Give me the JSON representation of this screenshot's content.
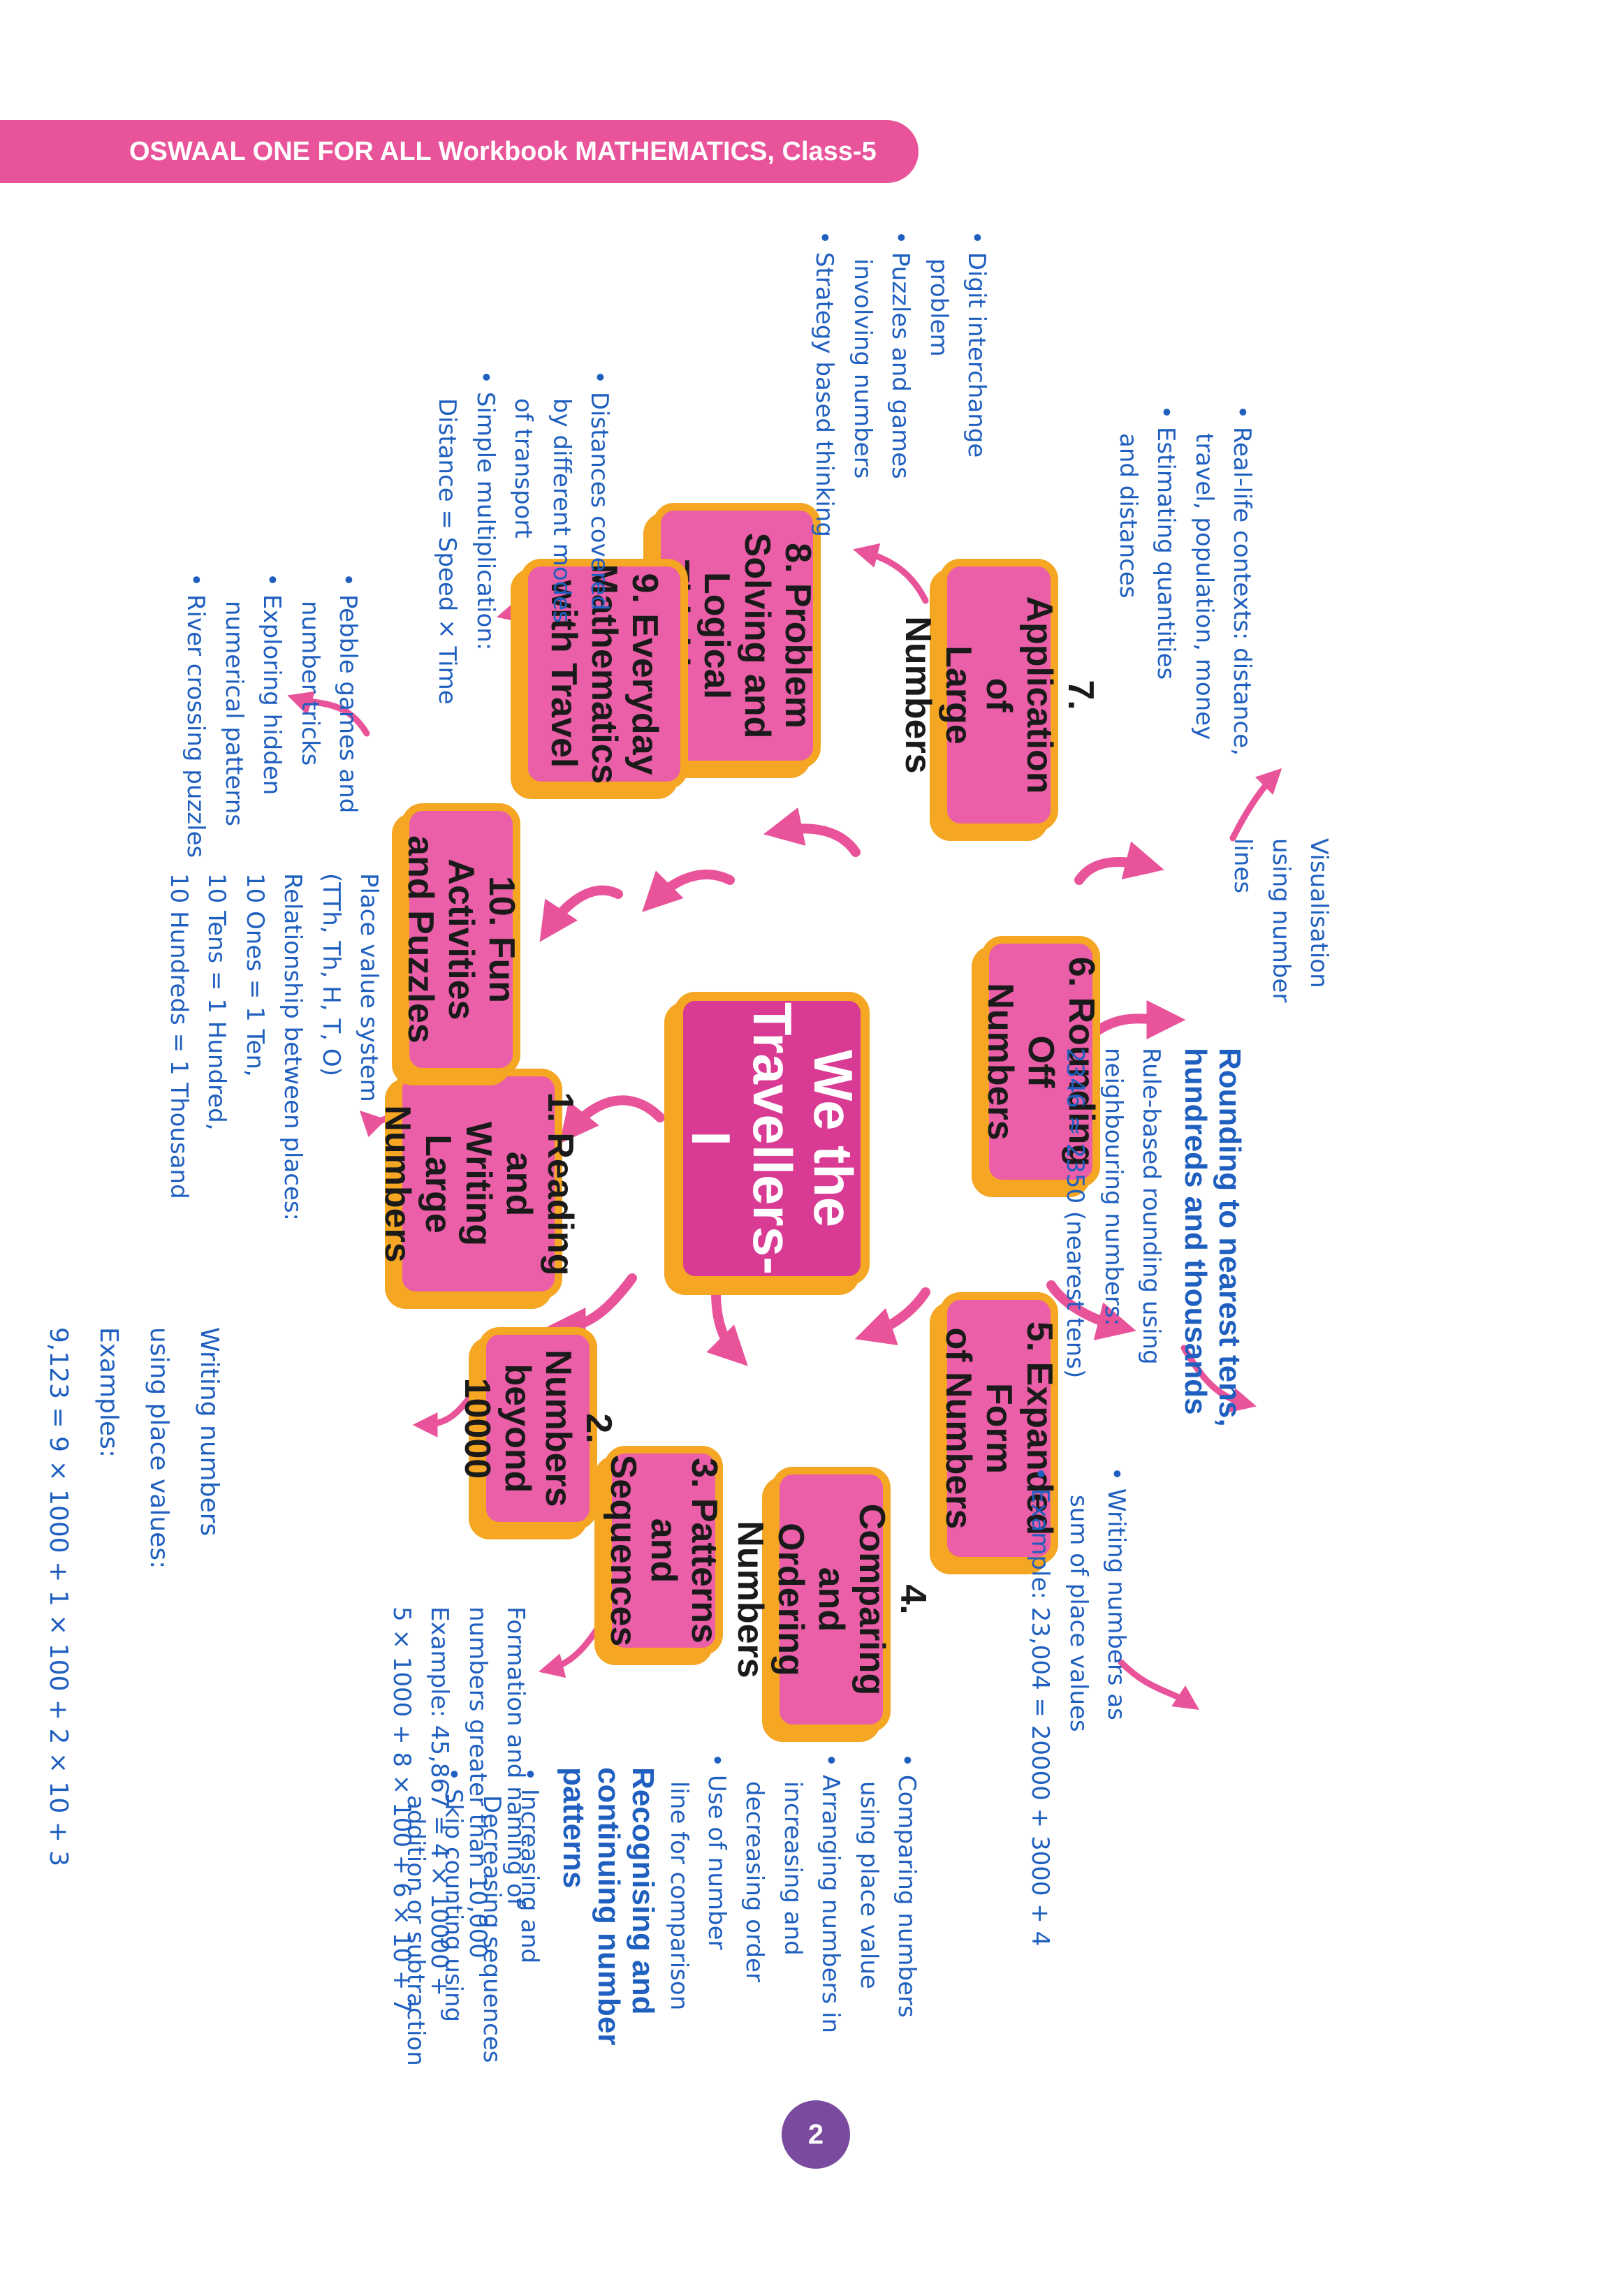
{
  "header": {
    "title": "OSWAAL ONE FOR ALL Workbook MATHEMATICS, Class-5"
  },
  "page_number": "2",
  "colors": {
    "pink": "#ea5fa7",
    "center_pink": "#d93a93",
    "orange": "#f5a623",
    "blue": "#1f5fbf",
    "purple": "#7a4a9e"
  },
  "mindmap": {
    "center": "We the\nTravellers-I",
    "nodes": [
      {
        "label": "1. Reading and\nWriting Large\nNumbers"
      },
      {
        "label": "2. Numbers\nbeyond 10000"
      },
      {
        "label": "3. Patterns and\nSequences"
      },
      {
        "label": "4. Comparing and\nOrdering Numbers"
      },
      {
        "label": "5. Expanded Form\nof Numbers"
      },
      {
        "label": "6. Rounding Off\nNumbers"
      },
      {
        "label": "7. Application of\nLarge Numbers"
      },
      {
        "label": "8. Problem\nSolving and\nLogical Thinking"
      },
      {
        "label": "9. Everyday\nMathematics\nwith Travel"
      },
      {
        "label": "10. Fun Activities\nand Puzzles"
      }
    ]
  },
  "notes": {
    "n1": [
      "Place value system",
      "(TTh, Th, H, T, O)",
      "Relationship between places:",
      "10 Ones = 1 Ten,",
      "10 Tens = 1 Hundred,",
      "10 Hundreds = 1 Thousand"
    ],
    "n1b": [
      "Writing numbers",
      "using place values:",
      "Examples:",
      "9,123 = 9 × 1000 + 1 × 100 + 2 × 10 + 3"
    ],
    "n2": [
      "Formation and naming of",
      "numbers greater than 10,000",
      "Example: 45,867 = 4 × 10000 +",
      "5 × 1000 + 8 × 100 + 6 × 10 + 7"
    ],
    "n3_heading": "Recognising and\ncontinuing number\npatterns",
    "n3": [
      "Increasing and",
      "Decreasing sequences",
      "Skip counting using",
      "addition or subtraction"
    ],
    "n4": [
      "Comparing numbers",
      "using place value",
      "Arranging numbers in",
      "increasing and",
      "decreasing order",
      "Use of number",
      "line for comparison"
    ],
    "n5": [
      "Writing numbers as",
      "sum of place values",
      "Example: 23,004 = 20000 + 3000 + 4"
    ],
    "n6_heading": "Rounding to nearest tens,\nhundreds and thousands",
    "n6": [
      "Rule-based rounding using",
      "neighbouring numbers:",
      "2346 ≈ 2350 (nearest tens)"
    ],
    "n6b": [
      "Visualisation",
      "using number",
      "lines"
    ],
    "n7": [
      "Real-life contexts: distance,",
      "travel, population, money",
      "Estimating quantities",
      "and distances"
    ],
    "n8": [
      "Digit interchange",
      "problem",
      "Puzzles and games",
      "involving numbers",
      "Strategy based thinking"
    ],
    "n9": [
      "Distances covered",
      "by different modes",
      "of transport",
      "Simple multiplication:",
      "Distance = Speed × Time"
    ],
    "n10": [
      "Pebble games and",
      "number tricks",
      "Exploring hidden",
      "numerical patterns",
      "River crossing puzzles"
    ]
  }
}
